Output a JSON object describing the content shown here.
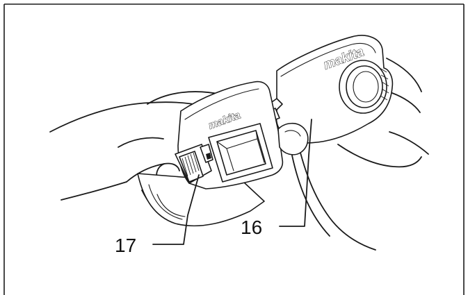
{
  "figure": {
    "brand_label_upper": "makita",
    "brand_label_lower": "makita",
    "callouts": [
      {
        "id": "16",
        "label": "16"
      },
      {
        "id": "17",
        "label": "17"
      }
    ]
  }
}
